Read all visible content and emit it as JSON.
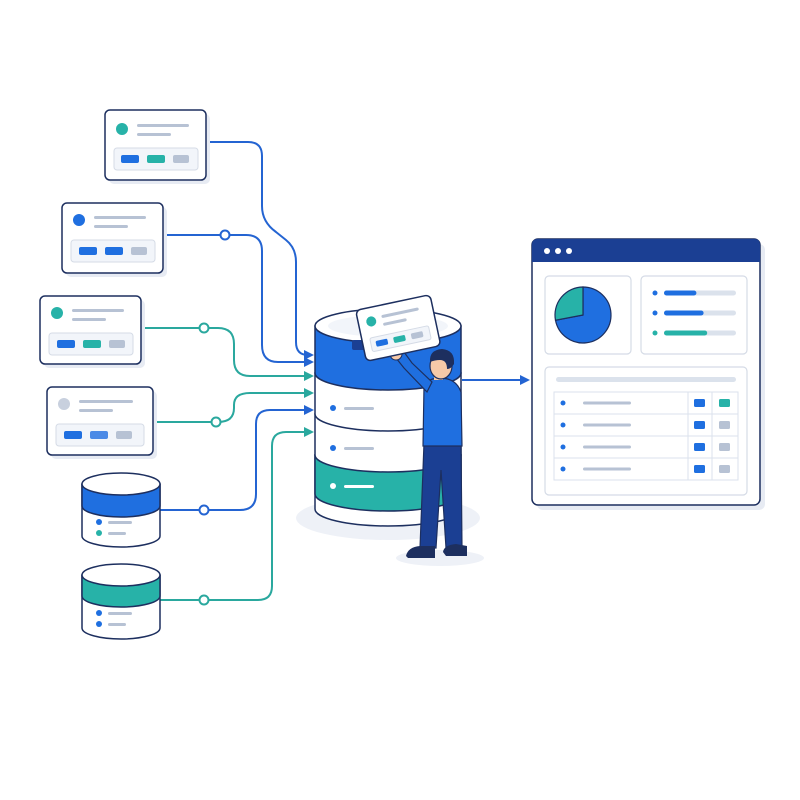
{
  "colors": {
    "blue": "#1f6fe0",
    "blue_dark": "#1b3f93",
    "teal": "#27b2a8",
    "outline": "#1d2f5f",
    "line_blue": "#2464d2",
    "line_teal": "#2aa89e",
    "gray_bar": "#b7c2d4",
    "panel_bg": "#ffffff",
    "soft_bg": "#f2f5fa",
    "shadow": "#e7ebf3"
  },
  "sources": [
    {
      "kind": "card",
      "dot": "teal",
      "line": "blue",
      "tags": [
        "blue",
        "teal",
        "gray"
      ]
    },
    {
      "kind": "card",
      "dot": "blue",
      "line": "blue",
      "tags": [
        "blue",
        "blue",
        "gray"
      ]
    },
    {
      "kind": "card",
      "dot": "teal",
      "line": "teal",
      "tags": [
        "blue",
        "teal",
        "gray"
      ]
    },
    {
      "kind": "card",
      "dot": "gray",
      "line": "teal",
      "tags": [
        "blue",
        "blue",
        "gray"
      ]
    },
    {
      "kind": "database",
      "band": "blue",
      "line": "blue"
    },
    {
      "kind": "database",
      "band": "teal",
      "line": "teal"
    }
  ],
  "central_database": {
    "layers": [
      "blue",
      "white",
      "white",
      "teal"
    ],
    "held_card_tags": [
      "blue",
      "teal",
      "gray"
    ]
  },
  "dashboard": {
    "window_dots": 3,
    "pie": {
      "slices": [
        {
          "color": "blue",
          "value": 0.72
        },
        {
          "color": "teal",
          "value": 0.28
        }
      ]
    },
    "progress_bars": [
      {
        "dot": "blue",
        "color": "blue",
        "value": 0.45
      },
      {
        "dot": "blue",
        "color": "blue",
        "value": 0.55
      },
      {
        "dot": "teal",
        "color": "teal",
        "value": 0.6
      }
    ],
    "table_rows": [
      {
        "tags": [
          "blue",
          "teal"
        ]
      },
      {
        "tags": [
          "blue",
          "gray"
        ]
      },
      {
        "tags": [
          "blue",
          "gray"
        ]
      },
      {
        "tags": [
          "blue",
          "gray"
        ]
      }
    ]
  }
}
